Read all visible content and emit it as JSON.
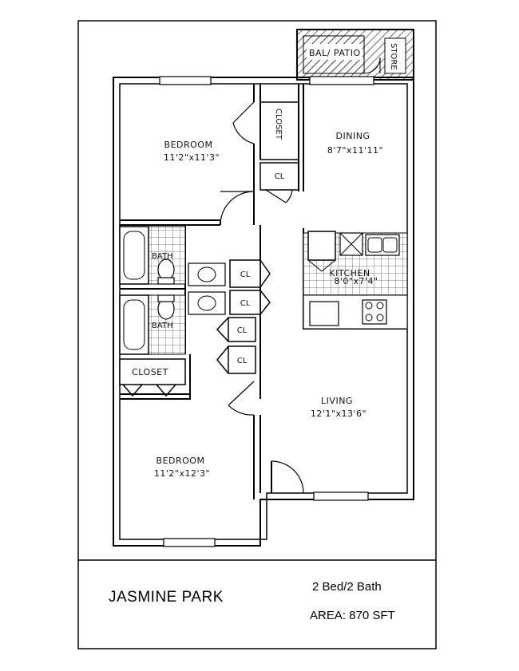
{
  "rooms": {
    "bedroom_top": {
      "name": "BEDROOM",
      "size": "11'2\"x11'3\""
    },
    "dining": {
      "name": "DINING",
      "size": "8'7\"x11'11\""
    },
    "kitchen": {
      "name": "KITCHEN",
      "size": "8'0\"x7'4\""
    },
    "living": {
      "name": "LIVING",
      "size": "12'1\"x13'6\""
    },
    "bedroom_bottom": {
      "name": "BEDROOM",
      "size": "11'2\"x12'3\""
    },
    "bal_patio": "BAL/ PATIO",
    "store": "STORE",
    "closet_top": "CLOSET",
    "closet_bottom": "CLOSET",
    "bath_top": "BATH",
    "bath_bottom": "BATH",
    "cl": "CL"
  },
  "footer": {
    "property_name": "JASMINE PARK",
    "unit_type": "2 Bed/2 Bath",
    "area": "AREA: 870 SFT"
  }
}
